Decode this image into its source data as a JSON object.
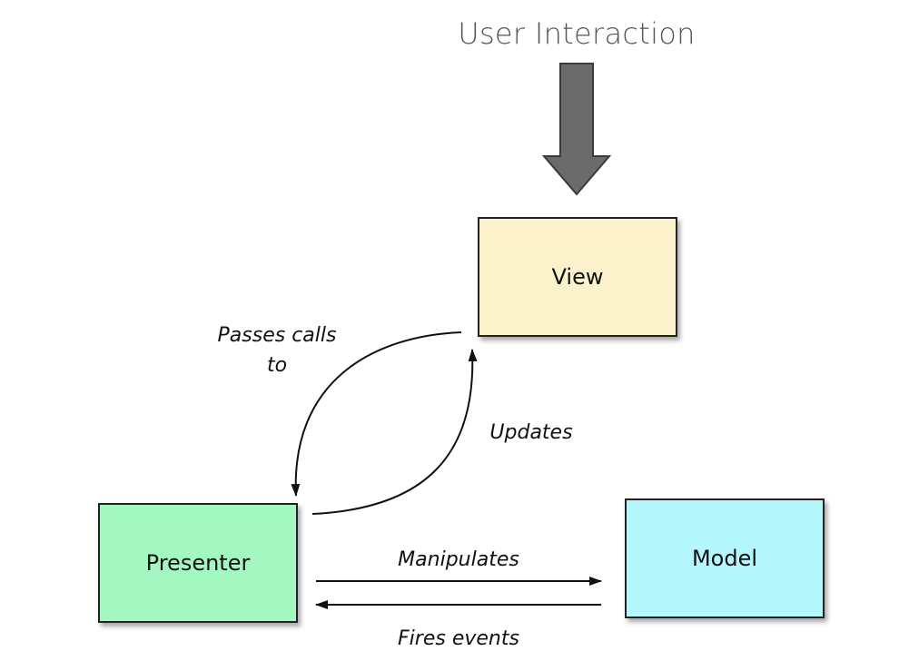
{
  "title": "User Interaction",
  "boxes": {
    "view": {
      "label": "View",
      "color": "#fbf2cc"
    },
    "presenter": {
      "label": "Presenter",
      "color": "#a3f7c0"
    },
    "model": {
      "label": "Model",
      "color": "#b4f7fd"
    }
  },
  "edges": {
    "passes_calls": "Passes calls\nto",
    "updates": "Updates",
    "manipulates": "Manipulates",
    "fires_events": "Fires events"
  },
  "colors": {
    "big_arrow_fill": "#6b6b6b",
    "big_arrow_stroke": "#3a3a3a",
    "line": "#111111"
  }
}
